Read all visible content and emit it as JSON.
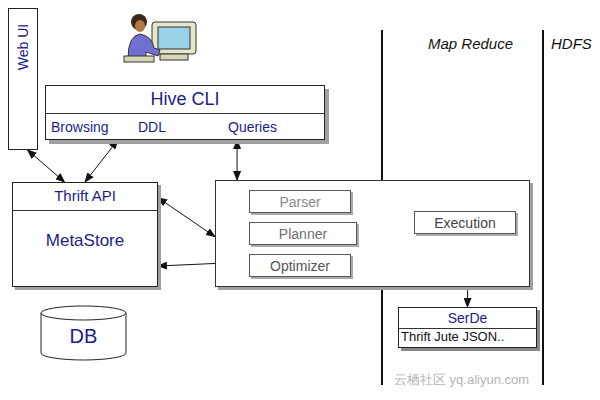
{
  "diagram": {
    "nodes": [
      {
        "text": [
          "Web UI"
        ]
      },
      {
        "text": [
          "Hive CLI",
          "Browsing",
          "DDL",
          "Queries"
        ]
      },
      {
        "text": [
          "Thrift API",
          "MetaStore"
        ]
      },
      {
        "text": []
      },
      {
        "text": [
          "Parser"
        ],
        "in": 3
      },
      {
        "text": [
          "Planner"
        ],
        "in": 3
      },
      {
        "text": [
          "Optimizer"
        ],
        "in": 3
      },
      {
        "text": [
          "Execution"
        ],
        "in": 3
      },
      {
        "text": [
          "SerDe",
          "Thrift Jute JSON.."
        ]
      },
      {
        "text": [
          "DB"
        ]
      }
    ],
    "edges": [
      {
        "from": 0,
        "to": 2,
        "arrow": "both"
      },
      {
        "from": 1,
        "to": 2,
        "arrow": "both"
      },
      {
        "from": 1,
        "to": 3,
        "arrow": "both"
      },
      {
        "from": 2,
        "to": 3,
        "arrow": "both"
      },
      {
        "from": 3,
        "to": 2,
        "arrow": "to"
      },
      {
        "from": 7,
        "to": 8,
        "arrow": "both"
      }
    ],
    "labels": [
      "Map Reduce",
      "HDFS",
      "云栖社区 yq.aliyun.com"
    ]
  }
}
